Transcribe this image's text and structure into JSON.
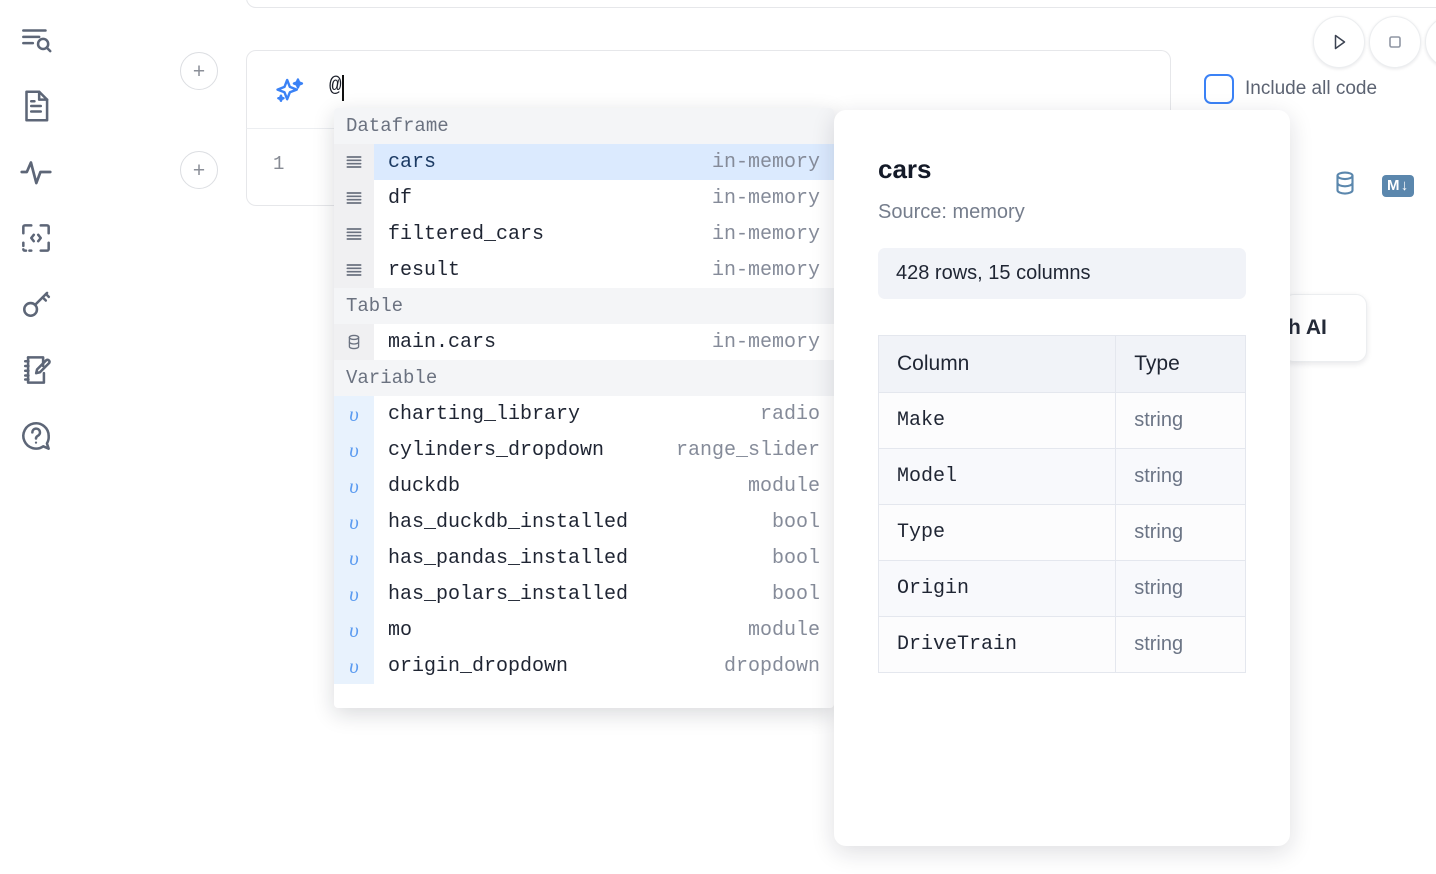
{
  "sidebar": {
    "items": [
      {
        "name": "outline-search-icon",
        "label": "Outline / Search"
      },
      {
        "name": "notebook-file-icon",
        "label": "Notebook file"
      },
      {
        "name": "activity-icon",
        "label": "Activity"
      },
      {
        "name": "code-snippet-icon",
        "label": "Snippets"
      },
      {
        "name": "key-icon",
        "label": "Secrets"
      },
      {
        "name": "scratchpad-edit-icon",
        "label": "Scratchpad"
      },
      {
        "name": "help-chat-icon",
        "label": "Help"
      }
    ]
  },
  "cell": {
    "add_button_label": "+",
    "line_number": "1",
    "ai_input_value": "@",
    "ai_input_placeholder": "",
    "include_all_code_label": "Include all code",
    "include_all_code_checked": false,
    "ai_chip_label": "h AI",
    "toolbar_icons": [
      {
        "name": "database-icon",
        "label": "SQL cell"
      },
      {
        "name": "markdown-icon",
        "label": "M"
      }
    ],
    "markdown_badge_text": "M",
    "markdown_badge_arrow": "↓",
    "run_button_label": "▷",
    "stop_button_label": "□"
  },
  "autocomplete": {
    "groups": [
      {
        "title": "Dataframe",
        "icon": "dataframe-icon",
        "kind_class": "df",
        "items": [
          {
            "name": "cars",
            "kind": "in-memory",
            "selected": true
          },
          {
            "name": "df",
            "kind": "in-memory",
            "selected": false
          },
          {
            "name": "filtered_cars",
            "kind": "in-memory",
            "selected": false
          },
          {
            "name": "result",
            "kind": "in-memory",
            "selected": false
          }
        ]
      },
      {
        "title": "Table",
        "icon": "table-database-icon",
        "kind_class": "tbl",
        "items": [
          {
            "name": "main.cars",
            "kind": "in-memory",
            "selected": false
          }
        ]
      },
      {
        "title": "Variable",
        "icon": "variable-icon",
        "kind_class": "var",
        "glyph": "υ",
        "items": [
          {
            "name": "charting_library",
            "kind": "radio",
            "selected": false
          },
          {
            "name": "cylinders_dropdown",
            "kind": "range_slider",
            "selected": false
          },
          {
            "name": "duckdb",
            "kind": "module",
            "selected": false
          },
          {
            "name": "has_duckdb_installed",
            "kind": "bool",
            "selected": false
          },
          {
            "name": "has_pandas_installed",
            "kind": "bool",
            "selected": false
          },
          {
            "name": "has_polars_installed",
            "kind": "bool",
            "selected": false
          },
          {
            "name": "mo",
            "kind": "module",
            "selected": false
          },
          {
            "name": "origin_dropdown",
            "kind": "dropdown",
            "selected": false
          }
        ]
      }
    ]
  },
  "detail": {
    "title": "cars",
    "source": "Source: memory",
    "shape": "428 rows, 15 columns",
    "table": {
      "headers": [
        "Column",
        "Type"
      ],
      "rows": [
        [
          "Make",
          "string"
        ],
        [
          "Model",
          "string"
        ],
        [
          "Type",
          "string"
        ],
        [
          "Origin",
          "string"
        ],
        [
          "DriveTrain",
          "string"
        ]
      ]
    }
  },
  "colors": {
    "accent_blue": "#3b82f6",
    "selected_row": "#dbeafe",
    "variable_gutter": "#e8f2fd",
    "group_header_bg": "#f4f5f7",
    "icon_rail": "#5d6677",
    "md_badge": "#5b87ad"
  }
}
